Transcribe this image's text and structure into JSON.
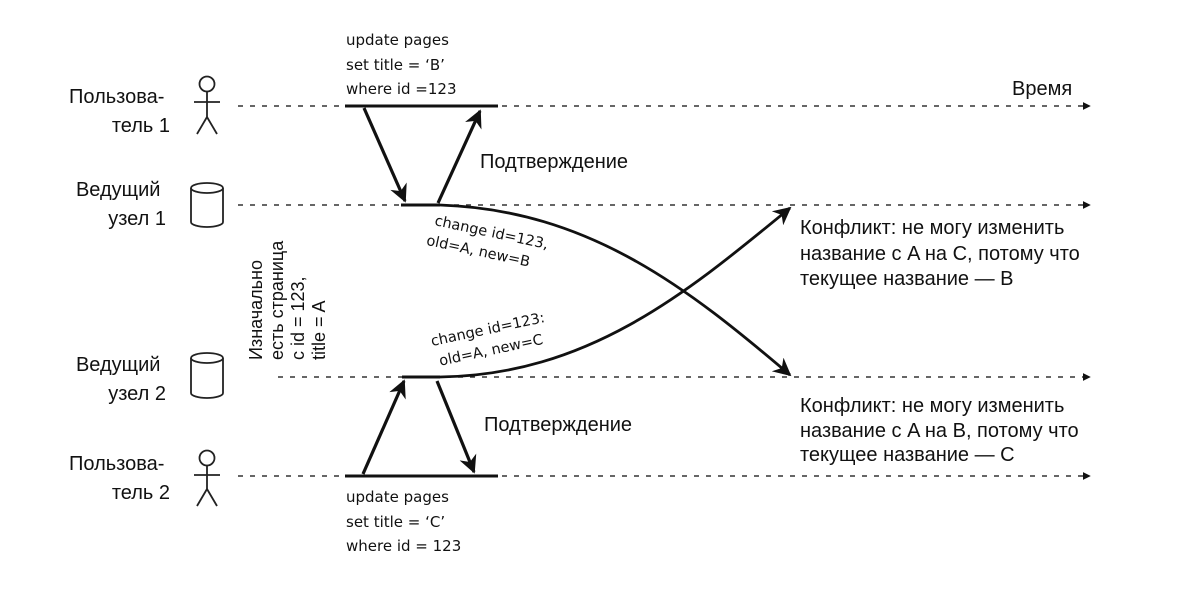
{
  "actors": {
    "user1": [
      "Пользова-",
      "тель 1"
    ],
    "leader1": [
      "Ведущий",
      "узел 1"
    ],
    "leader2": [
      "Ведущий",
      "узел 2"
    ],
    "user2": [
      "Пользова-",
      "тель 2"
    ]
  },
  "time_label": "Время",
  "initial_state": [
    "Изначально",
    "есть страница",
    "с id = 123,",
    "title = A"
  ],
  "query_top": [
    "update pages",
    "set title = ‘B’",
    "where id =123"
  ],
  "query_bottom": [
    "update pages",
    "set title = ‘C’",
    "where id = 123"
  ],
  "ack_top": "Подтверждение",
  "ack_bottom": "Подтверждение",
  "change_b": [
    "change id=123,",
    "old=A, new=B"
  ],
  "change_c": [
    "change id=123:",
    "old=A, new=C"
  ],
  "conflict_1": [
    "Конфликт: не могу изменить",
    "название с A на C, потому что",
    "текущее название — B"
  ],
  "conflict_2": [
    "Конфликт: не могу изменить",
    "название с A на B, потому что",
    "текущее название — C"
  ],
  "icons": [
    "person-icon",
    "database-icon"
  ]
}
